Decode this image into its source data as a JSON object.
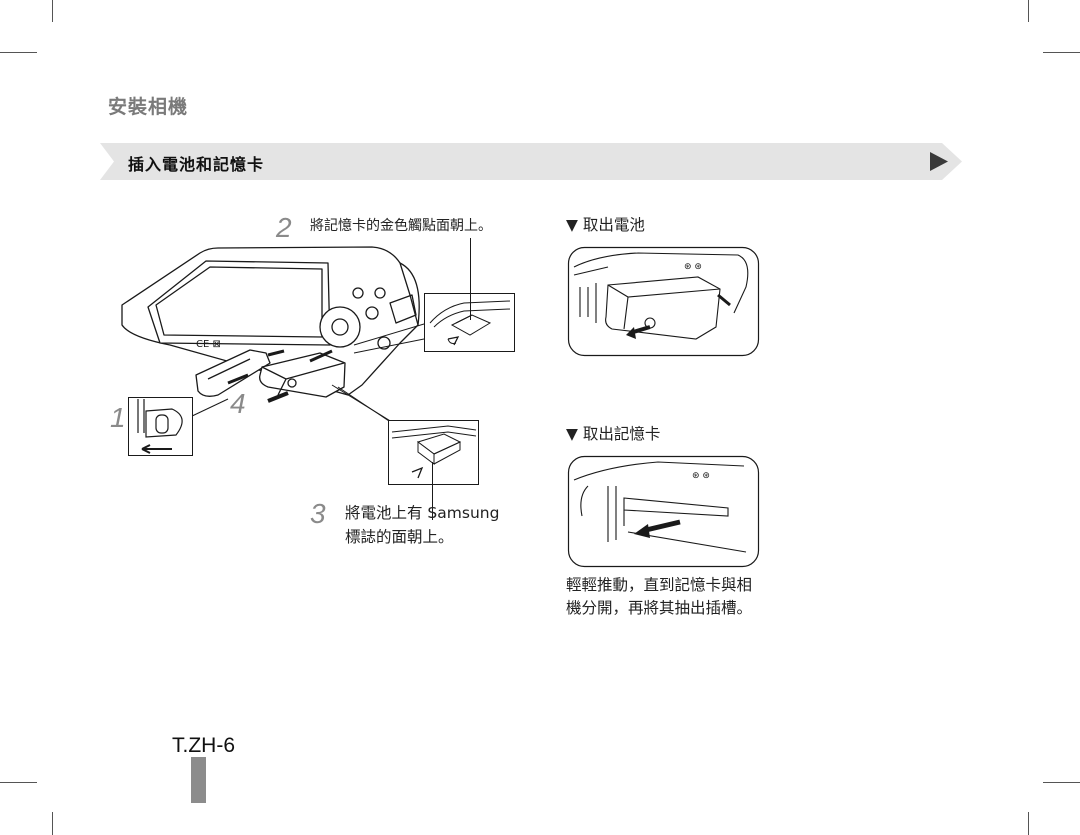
{
  "header": {
    "section_title": "安裝相機",
    "banner_title": "插入電池和記憶卡"
  },
  "steps": {
    "step1_number": "1",
    "step2_number": "2",
    "step2_text": "將記憶卡的金色觸點面朝上。",
    "step3_number": "3",
    "step3_line1": "將電池上有 Samsung",
    "step3_line2": "標誌的面朝上。",
    "step4_number": "4"
  },
  "removal": {
    "battery_heading": "▼ 取出電池",
    "card_heading": "▼ 取出記憶卡",
    "card_note_line1": "輕輕推動，直到記憶卡與相",
    "card_note_line2": "機分開，再將其抽出插槽。"
  },
  "footer": {
    "page_number": "T.ZH-6"
  },
  "colors": {
    "banner_gray": "#e4e4e4",
    "accent_dark": "#3a3a3a",
    "step_number_gray": "#8a8a8a",
    "side_tab_gray": "#8c8c8c"
  }
}
